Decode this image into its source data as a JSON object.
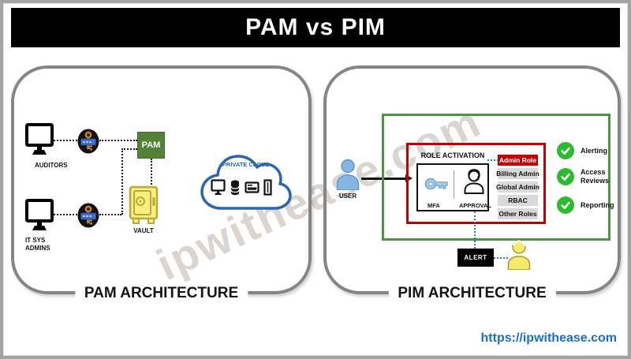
{
  "title": "PAM vs PIM",
  "watermark": "ipwithease.com",
  "footer_url": "https://ipwithease.com",
  "pam_panel": {
    "caption": "PAM ARCHITECTURE",
    "auditors_label": "AUDITORS",
    "it_admins_label": "IT SYS ADMINS",
    "pam_server_label": "PAM",
    "vault_label": "VAULT",
    "cloud_label": "PRIVATE CLOUD"
  },
  "pim_panel": {
    "caption": "PIM ARCHITECTURE",
    "user_label": "USER",
    "role_activation_title": "ROLE ACTIVATION",
    "mfa_label": "MFA",
    "approval_label": "APPROVAL",
    "roles": [
      {
        "label": "Admin Role",
        "highlighted": true
      },
      {
        "label": "Billing Admin",
        "highlighted": false
      },
      {
        "label": "Global Admin",
        "highlighted": false
      },
      {
        "label": "RBAC",
        "highlighted": false
      },
      {
        "label": "Other Roles",
        "highlighted": false
      }
    ],
    "features": [
      "Alerting",
      "Access Reviews",
      "Reporting"
    ],
    "alert_label": "ALERT"
  },
  "colors": {
    "title_bg": "#000000",
    "title_text": "#ffffff",
    "panel_border": "#858585",
    "pam_green": "#538135",
    "vault_yellow": "#f7ee7f",
    "cloud_blue": "#2a66ad",
    "user_blue": "#85b6e3",
    "green_box_border": "#4d9641",
    "red_box_border": "#c00000",
    "role_gray": "#d9d9d9",
    "check_green": "#2eba2e",
    "alert_bg": "#000000",
    "connector_blue": "#2e75b6",
    "key_gold": "#b5802f",
    "url_blue": "#1a6fc4"
  }
}
